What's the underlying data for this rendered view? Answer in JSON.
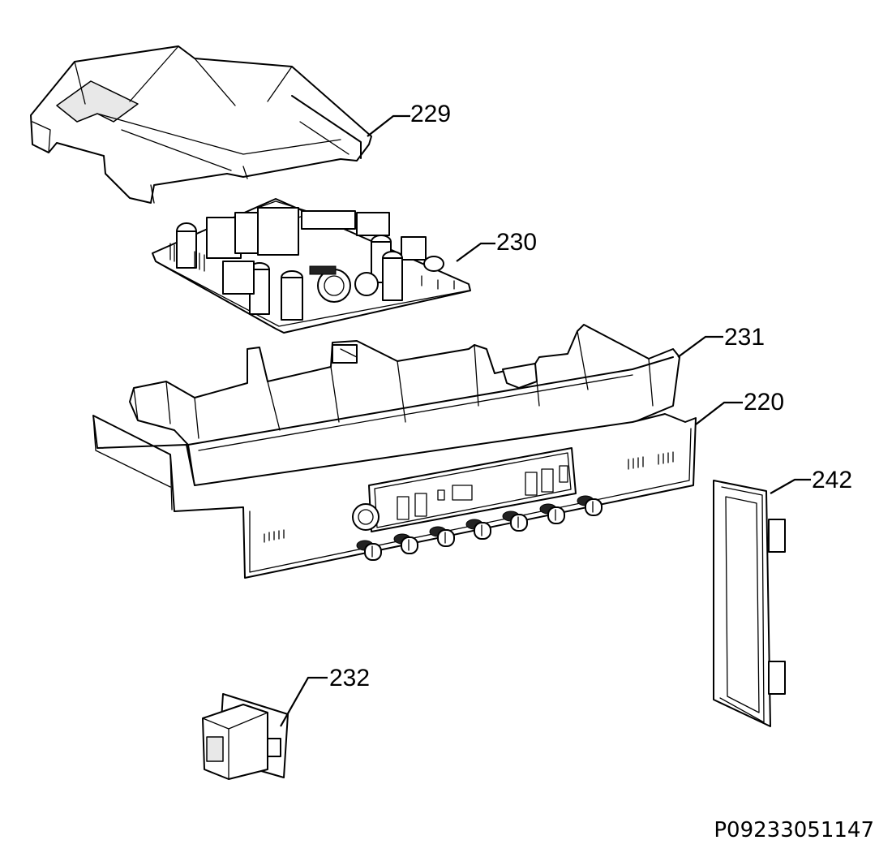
{
  "diagram": {
    "callouts": [
      {
        "id": "229",
        "label": "229"
      },
      {
        "id": "230",
        "label": "230"
      },
      {
        "id": "231",
        "label": "231"
      },
      {
        "id": "220",
        "label": "220"
      },
      {
        "id": "242",
        "label": "242"
      },
      {
        "id": "232",
        "label": "232"
      }
    ],
    "document_number": "P09233051147"
  }
}
